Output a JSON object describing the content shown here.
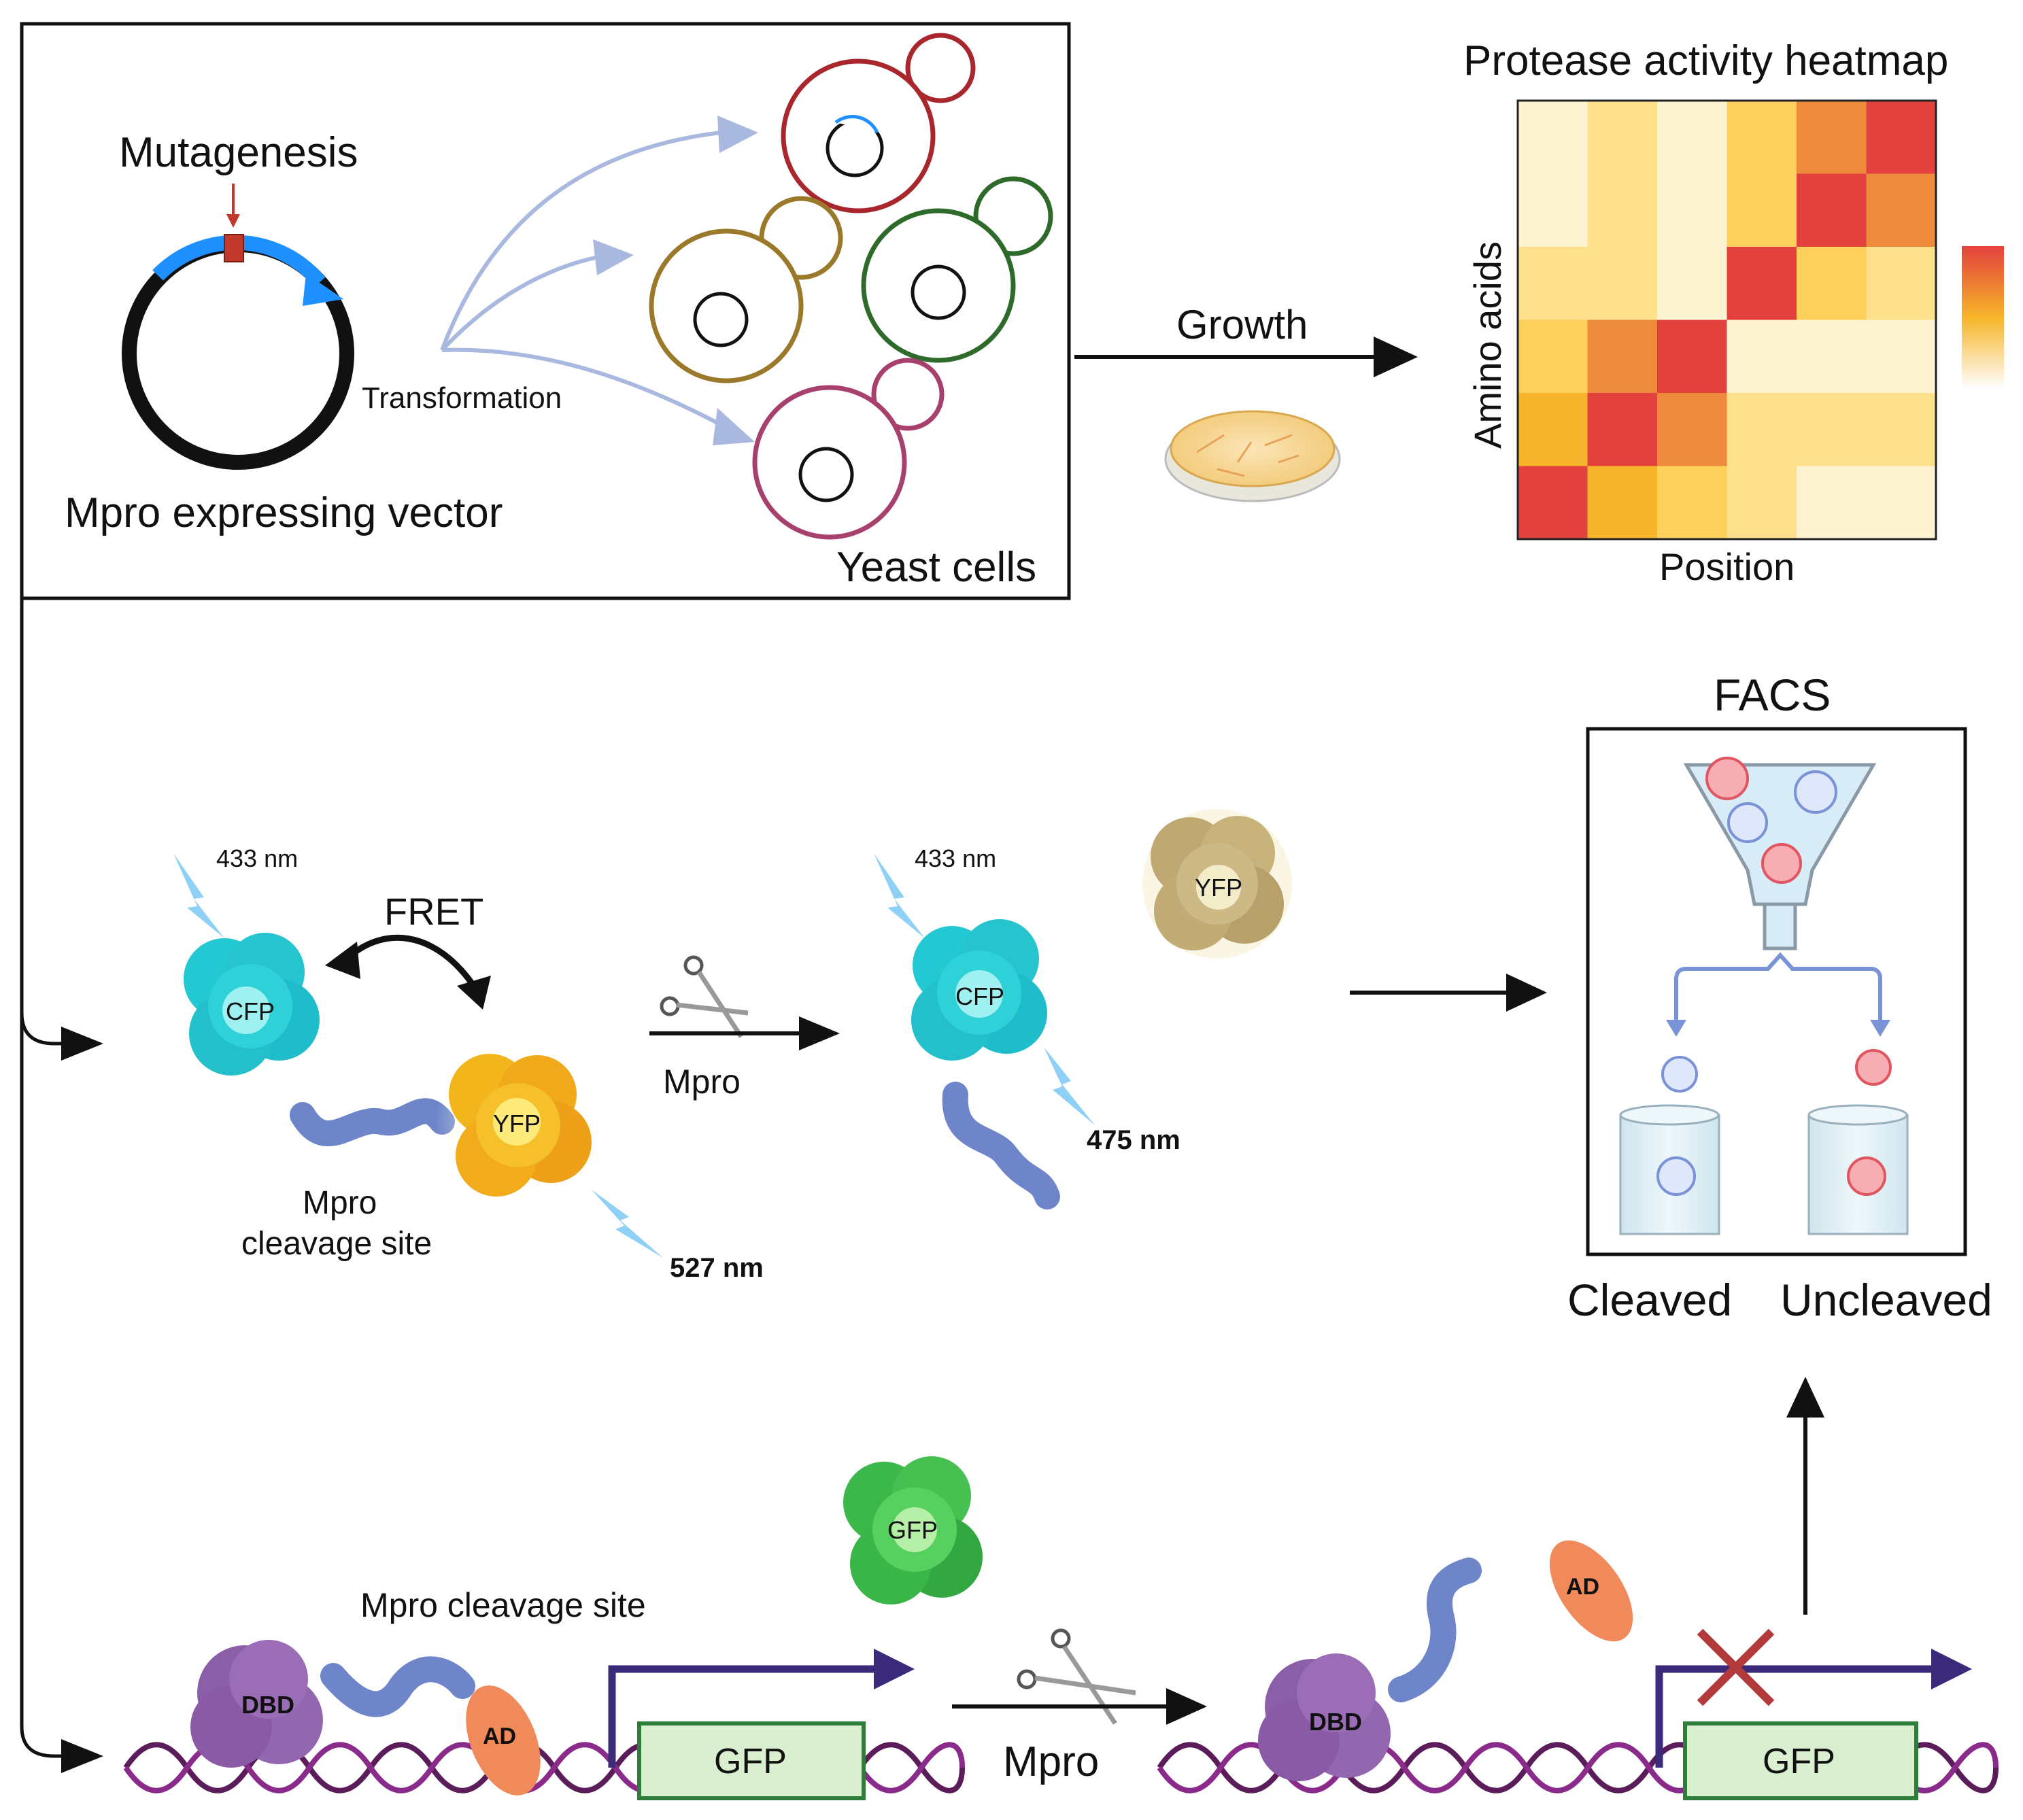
{
  "top": {
    "mutagenesis": "Mutagenesis",
    "vector": "Mpro expressing vector",
    "transformation": "Transformation",
    "yeast_cells": "Yeast cells",
    "growth": "Growth",
    "heatmap": {
      "title": "Protease activity heatmap",
      "ylabel": "Amino acids",
      "xlabel": "Position",
      "levels": [
        [
          0,
          1,
          0,
          2,
          4,
          5
        ],
        [
          0,
          1,
          0,
          2,
          5,
          4
        ],
        [
          1,
          1,
          0,
          5,
          2,
          1
        ],
        [
          2,
          4,
          5,
          0,
          0,
          0
        ],
        [
          3,
          5,
          4,
          1,
          1,
          1
        ],
        [
          5,
          3,
          2,
          1,
          0,
          0
        ]
      ],
      "palette": [
        "#fef3d1",
        "#fde08c",
        "#fcd05a",
        "#f6b52a",
        "#ee8a3c",
        "#e3413d"
      ]
    }
  },
  "fret": {
    "excite1": "433 nm",
    "fret": "FRET",
    "cfp": "CFP",
    "yfp": "YFP",
    "site_line1": "Mpro",
    "site_line2": "cleavage site",
    "emit_yfp": "527 nm",
    "mpro": "Mpro",
    "excite2": "433 nm",
    "cfp2": "CFP",
    "yfp2": "YFP",
    "emit_cfp": "475 nm"
  },
  "facs": {
    "title": "FACS",
    "cleaved": "Cleaved",
    "uncleaved": "Uncleaved"
  },
  "y2h": {
    "site": "Mpro cleavage site",
    "dbd": "DBD",
    "ad": "AD",
    "gfp_box": "GFP",
    "gfp_protein": "GFP",
    "mpro": "Mpro",
    "dbd2": "DBD",
    "ad2": "AD",
    "gfp_box2": "GFP"
  }
}
